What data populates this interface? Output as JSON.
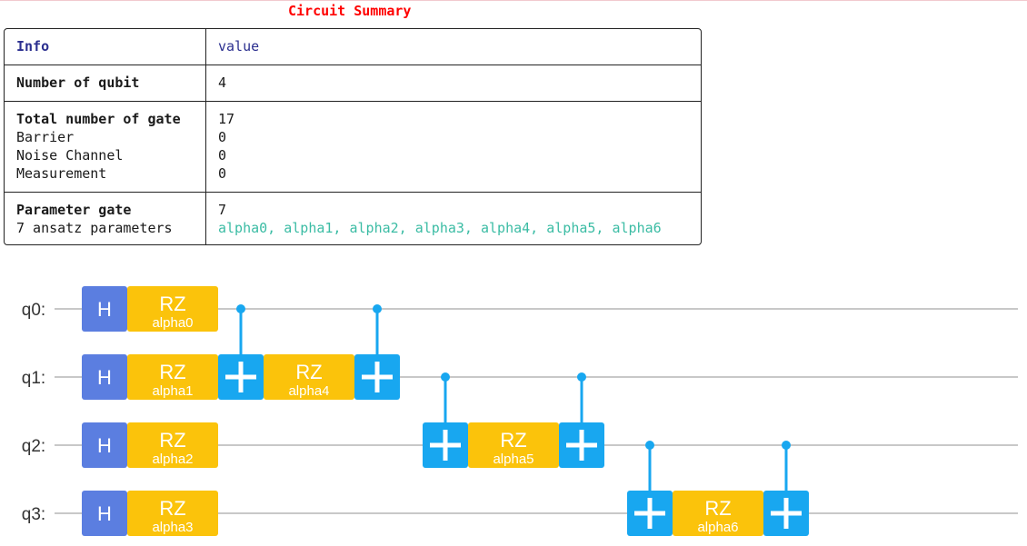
{
  "summary": {
    "title": "Circuit Summary",
    "header": {
      "info": "Info",
      "value": "value"
    },
    "rows": {
      "qubits": {
        "label": "Number of qubit",
        "value": "4"
      },
      "gates": {
        "label": "Total number of gate",
        "value": "17",
        "barrier_label": "Barrier",
        "barrier_value": "0",
        "noise_label": "Noise Channel",
        "noise_value": "0",
        "measure_label": "Measurement",
        "measure_value": "0"
      },
      "params": {
        "label": "Parameter gate",
        "value": "7",
        "ansatz_label": "7 ansatz parameters",
        "ansatz_value": "alpha0, alpha1, alpha2, alpha3, alpha4, alpha5, alpha6"
      }
    }
  },
  "circuit": {
    "qubits": [
      "q0:",
      "q1:",
      "q2:",
      "q3:"
    ],
    "colors": {
      "h": "#5b7ee0",
      "rz": "#fbc30b",
      "cnot": "#18a7f0",
      "wire": "#c8c8c8",
      "label": "#333333"
    },
    "gates": [
      {
        "type": "H",
        "name": "H",
        "qubit": 0,
        "step": 0
      },
      {
        "type": "H",
        "name": "H",
        "qubit": 1,
        "step": 0
      },
      {
        "type": "H",
        "name": "H",
        "qubit": 2,
        "step": 0
      },
      {
        "type": "H",
        "name": "H",
        "qubit": 3,
        "step": 0
      },
      {
        "type": "RZ",
        "name": "RZ",
        "param": "alpha0",
        "qubit": 0,
        "step": 1
      },
      {
        "type": "RZ",
        "name": "RZ",
        "param": "alpha1",
        "qubit": 1,
        "step": 1
      },
      {
        "type": "RZ",
        "name": "RZ",
        "param": "alpha2",
        "qubit": 2,
        "step": 1
      },
      {
        "type": "RZ",
        "name": "RZ",
        "param": "alpha3",
        "qubit": 3,
        "step": 1
      },
      {
        "type": "CNOT",
        "control": 0,
        "target": 1,
        "step": 2
      },
      {
        "type": "RZ",
        "name": "RZ",
        "param": "alpha4",
        "qubit": 1,
        "step": 3
      },
      {
        "type": "CNOT",
        "control": 0,
        "target": 1,
        "step": 4
      },
      {
        "type": "CNOT",
        "control": 1,
        "target": 2,
        "step": 5
      },
      {
        "type": "RZ",
        "name": "RZ",
        "param": "alpha5",
        "qubit": 2,
        "step": 6
      },
      {
        "type": "CNOT",
        "control": 1,
        "target": 2,
        "step": 7
      },
      {
        "type": "CNOT",
        "control": 2,
        "target": 3,
        "step": 8
      },
      {
        "type": "RZ",
        "name": "RZ",
        "param": "alpha6",
        "qubit": 3,
        "step": 9
      },
      {
        "type": "CNOT",
        "control": 2,
        "target": 3,
        "step": 10
      }
    ]
  }
}
